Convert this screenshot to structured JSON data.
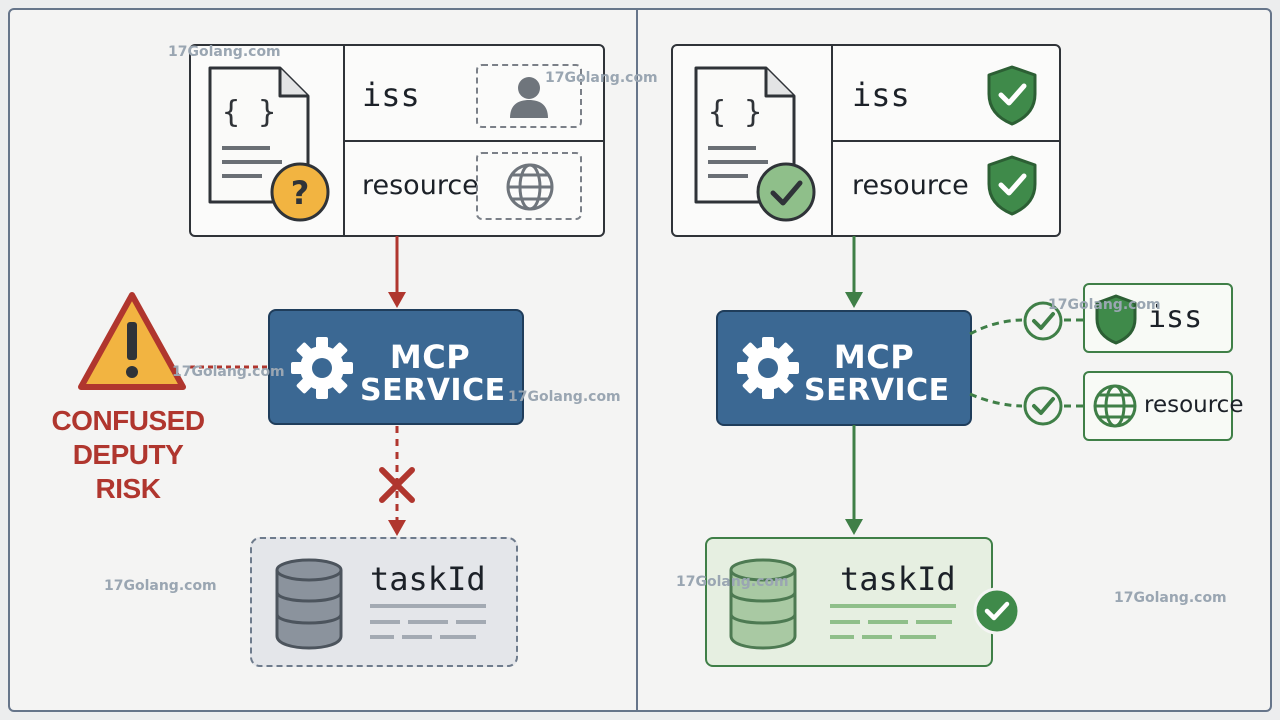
{
  "left": {
    "token": {
      "iss_label": "iss",
      "resource_label": "resource"
    },
    "service": {
      "line1": "MCP",
      "line2": "SERVICE"
    },
    "warning": {
      "text": [
        "CONFUSED",
        "DEPUTY",
        "RISK"
      ]
    },
    "target": {
      "label": "taskId"
    }
  },
  "right": {
    "token": {
      "iss_label": "iss",
      "resource_label": "resource"
    },
    "service": {
      "line1": "MCP",
      "line2": "SERVICE"
    },
    "checks": {
      "iss_label": "iss",
      "resource_label": "resource"
    },
    "target": {
      "label": "taskId"
    }
  },
  "watermark": {
    "text": "17Golang.com"
  },
  "colors": {
    "danger": "#b0362e",
    "success": "#3f7f47",
    "service": "#3b6893",
    "warning": "#f2b441"
  },
  "icons": [
    "json-document-icon",
    "question-badge-icon",
    "user-icon",
    "globe-icon",
    "shield-check-icon",
    "check-badge-icon",
    "gear-icon",
    "warning-icon",
    "cross-icon",
    "database-icon"
  ]
}
